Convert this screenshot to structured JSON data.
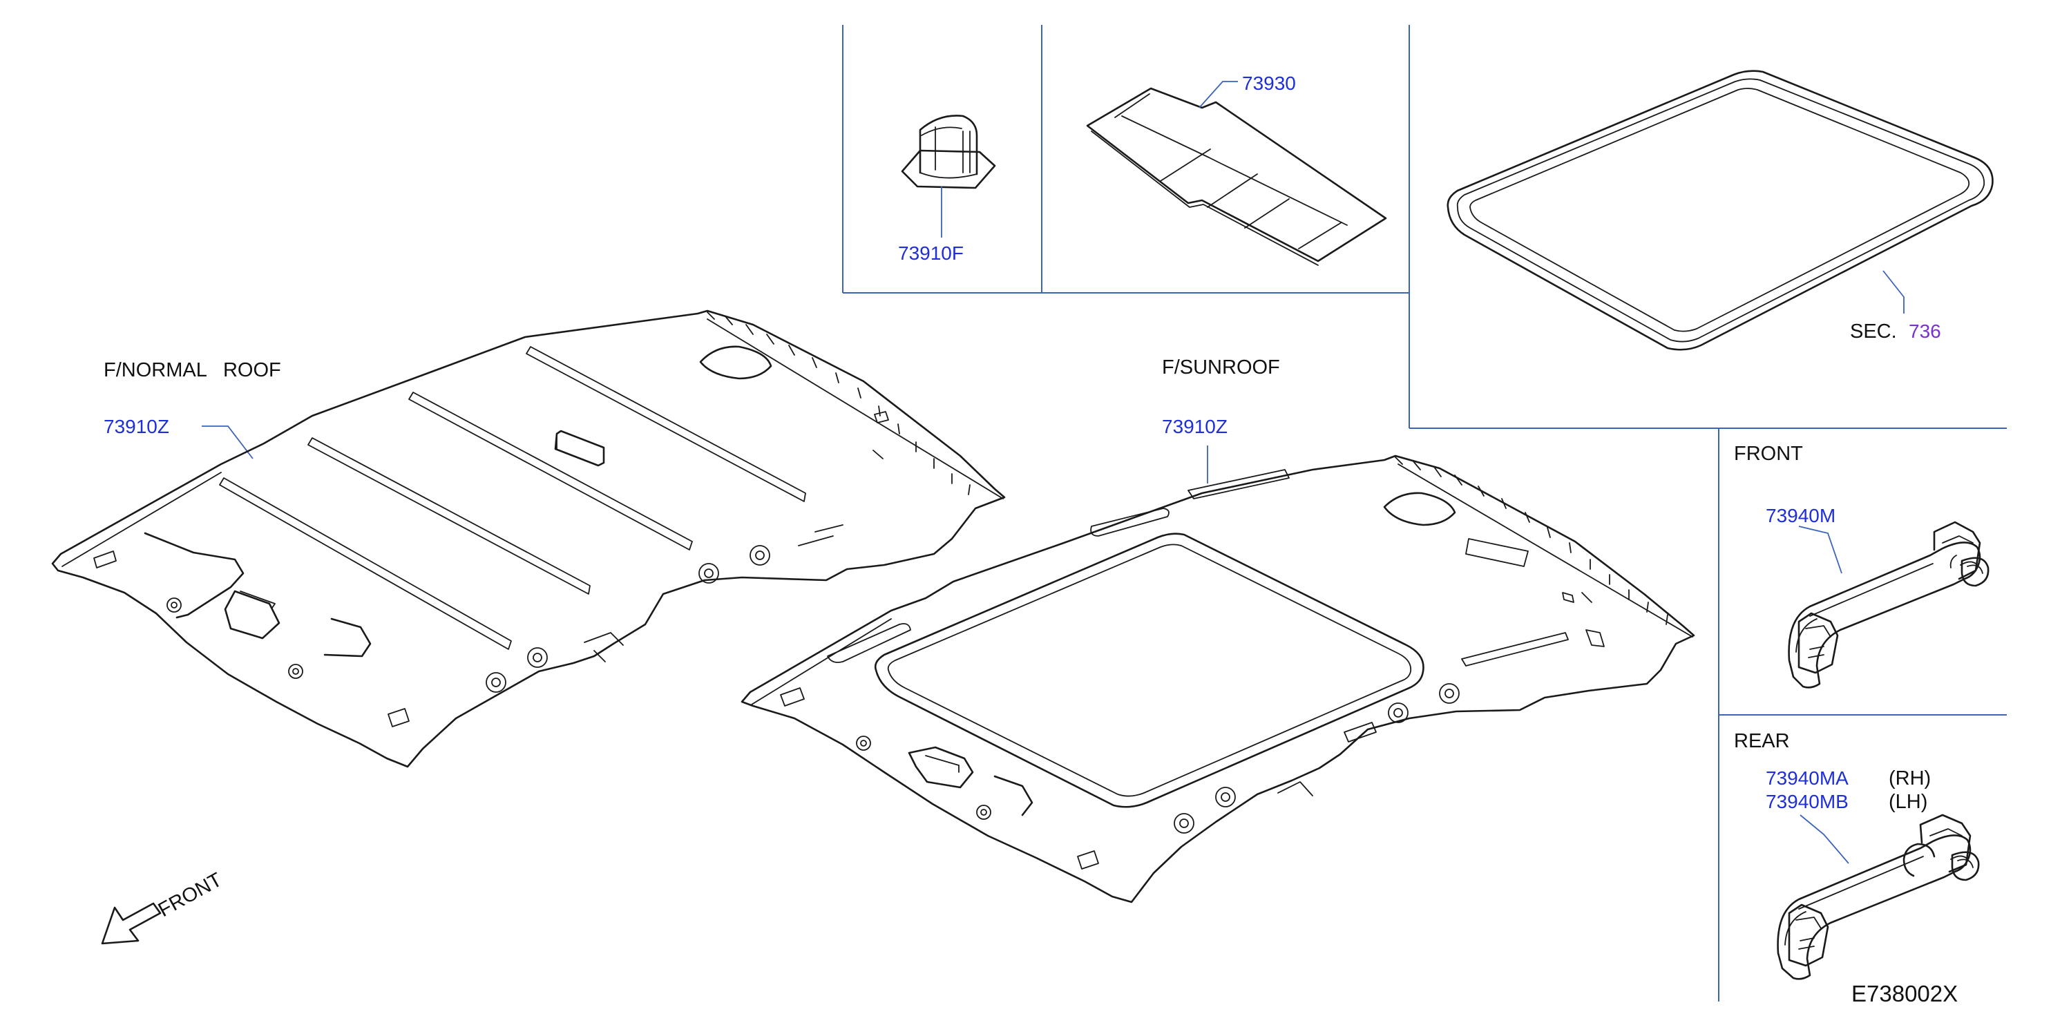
{
  "diagram": {
    "code": "E738002X",
    "colors": {
      "part_number": "#1f2fd8",
      "section_ref": "#7a2fd0",
      "frame": "#3b63b8",
      "line": "#1a1a1a"
    },
    "sections": {
      "normal_roof": {
        "title": "F/NORMAL   ROOF",
        "part": "73910Z"
      },
      "sunroof": {
        "title": "F/SUNROOF",
        "part": "73910Z"
      },
      "clip": {
        "part": "73910F"
      },
      "pad": {
        "part": "73930"
      },
      "sunroof_seal": {
        "sec_prefix": "SEC.",
        "sec_number": "736"
      },
      "assist_front": {
        "title": "FRONT",
        "part": "73940M"
      },
      "assist_rear": {
        "title": "REAR",
        "part_rh": "73940MA",
        "side_rh": "(RH)",
        "part_lh": "73940MB",
        "side_lh": "(LH)"
      }
    },
    "front_indicator": {
      "label": "FRONT",
      "icon": "front-arrow-icon"
    }
  }
}
